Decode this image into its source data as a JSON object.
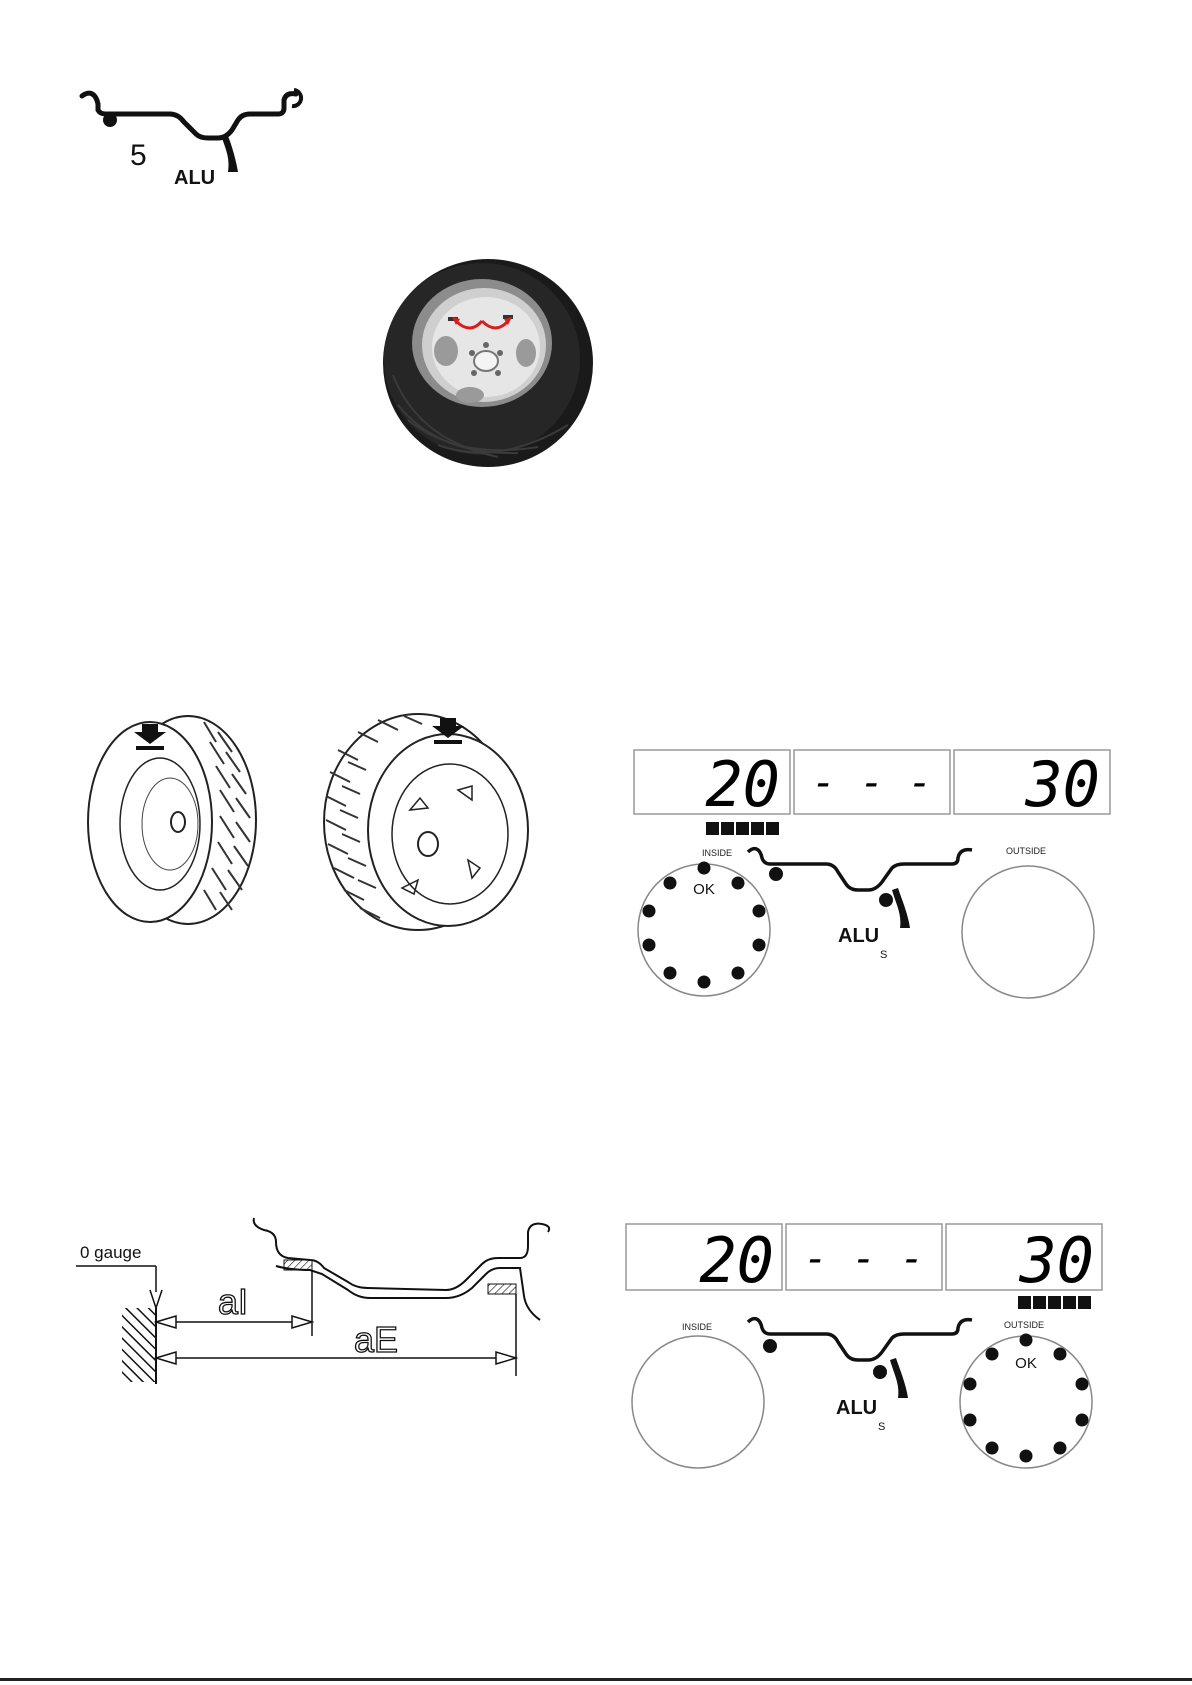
{
  "mode_icon": {
    "number": "5",
    "label": "ALU"
  },
  "display1": {
    "left_value": "20",
    "center_value": "- - -",
    "right_value": "30",
    "inside_label": "INSIDE",
    "outside_label": "OUTSIDE",
    "ok_label": "OK",
    "alu_label": "ALU",
    "s_label": "S",
    "active_side": "inside"
  },
  "display2": {
    "left_value": "20",
    "center_value": "- - -",
    "right_value": "30",
    "inside_label": "INSIDE",
    "outside_label": "OUTSIDE",
    "ok_label": "OK",
    "alu_label": "ALU",
    "s_label": "S",
    "active_side": "outside"
  },
  "gauge_diagram": {
    "zero_label": "0 gauge",
    "inner_label": "aI",
    "outer_label": "aE"
  },
  "colors": {
    "arrow_red": "#d61d1d",
    "lcd_border": "#999999"
  }
}
